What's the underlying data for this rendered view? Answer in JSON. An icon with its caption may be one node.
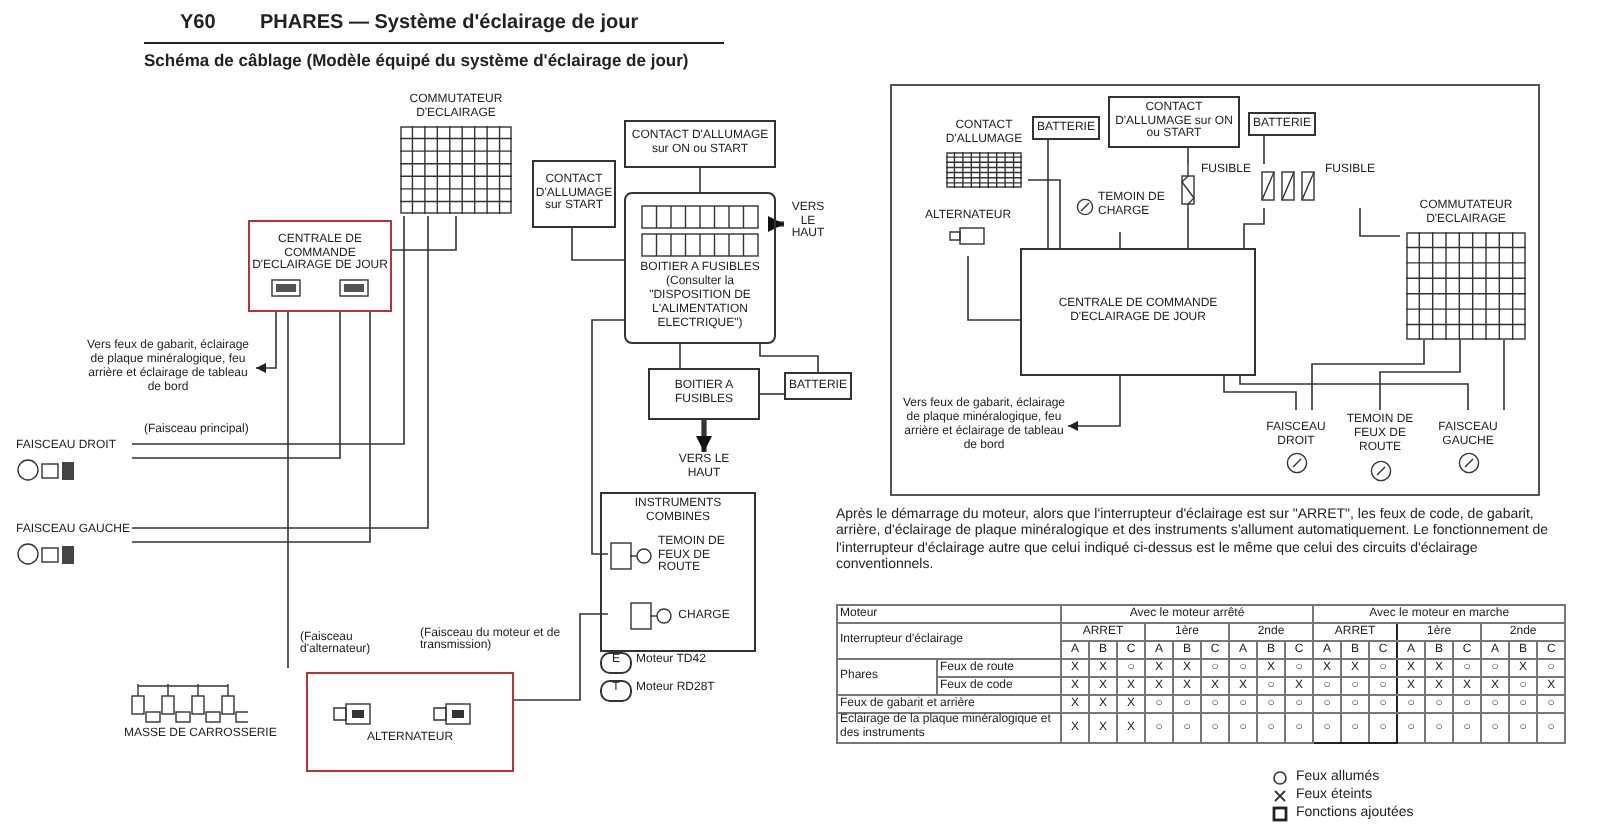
{
  "diagram": {
    "title": "PHARES — Système d'éclairage de jour",
    "nodes": [
      {
        "text": [
          "COMMUTATEUR D'ECLAIRAGE"
        ]
      },
      {
        "text": [
          "CENTRALE DE COMMANDE D'ECLAIRAGE DE JOUR"
        ]
      },
      {
        "text": [
          "CONTACT D'ALLUMAGE sur START"
        ]
      },
      {
        "text": [
          "CONTACT D'ALLUMAGE sur ON ou START"
        ]
      },
      {
        "text": [
          "BOITIER A FUSIBLES (Consulter la \"DISPOSITION DE L'ALIMENTATION ELECTRIQUE\")"
        ]
      },
      {
        "text": [
          "VERS LE HAUT"
        ]
      },
      {
        "text": [
          "BATTERIE"
        ]
      },
      {
        "text": [
          "BOITIER A FUSIBLES"
        ]
      },
      {
        "text": [
          "VERS LE HAUT"
        ]
      },
      {
        "text": [
          "INSTRUMENTS COMBINES"
        ]
      },
      {
        "text": [
          "TEMOIN DE FEUX DE ROUTE"
        ],
        "in": 9
      },
      {
        "text": [
          "CHARGE"
        ],
        "in": 9
      },
      {
        "text": [
          "Vers feux de gabarit, éclairage de plaque minéralogique, feu arrière et éclairage de tableau de bord"
        ]
      },
      {
        "text": [
          "FAISCEAU DROIT"
        ]
      },
      {
        "text": [
          "FAISCEAU GAUCHE"
        ]
      },
      {
        "text": [
          "MASSE DE CARROSSERIE"
        ]
      },
      {
        "text": [
          "ALTERNATEUR"
        ]
      },
      {
        "text": [
          "CONTACT D'ALLUMAGE"
        ]
      },
      {
        "text": [
          "BATTERIE"
        ]
      },
      {
        "text": [
          "CONTACT D'ALLUMAGE sur ON ou START"
        ]
      },
      {
        "text": [
          "BATTERIE"
        ]
      },
      {
        "text": [
          "FUSIBLE"
        ]
      },
      {
        "text": [
          "FUSIBLE"
        ]
      },
      {
        "text": [
          "ALTERNATEUR"
        ]
      },
      {
        "text": [
          "TEMOIN DE CHARGE"
        ]
      },
      {
        "text": [
          "COMMUTATEUR D'ECLAIRAGE"
        ]
      },
      {
        "text": [
          "CENTRALE DE COMMANDE D'ECLAIRAGE DE JOUR"
        ]
      },
      {
        "text": [
          "Vers feux de gabarit, éclairage de plaque minéralogique, feu arrière et éclairage de tableau de bord"
        ]
      },
      {
        "text": [
          "FAISCEAU DROIT"
        ]
      },
      {
        "text": [
          "TEMOIN DE FEUX DE ROUTE"
        ]
      },
      {
        "text": [
          "FAISCEAU GAUCHE"
        ]
      }
    ],
    "edges": [
      {
        "from": 1,
        "to": 0,
        "arrow": "none"
      },
      {
        "from": 2,
        "to": 4,
        "arrow": "none"
      },
      {
        "from": 3,
        "to": 4,
        "arrow": "none"
      },
      {
        "from": 4,
        "to": 5,
        "arrow": "to",
        "style": "thick"
      },
      {
        "from": 4,
        "to": 7,
        "arrow": "none"
      },
      {
        "from": 7,
        "to": 6,
        "arrow": "none"
      },
      {
        "from": 7,
        "to": 8,
        "arrow": "to",
        "style": "thick"
      },
      {
        "from": 1,
        "to": 12,
        "arrow": "to"
      },
      {
        "from": 0,
        "to": 13,
        "arrow": "none"
      },
      {
        "from": 0,
        "to": 14,
        "arrow": "none"
      },
      {
        "from": 1,
        "to": 13,
        "arrow": "none"
      },
      {
        "from": 1,
        "to": 14,
        "arrow": "none"
      },
      {
        "from": 1,
        "to": 15,
        "arrow": "none"
      },
      {
        "from": 16,
        "to": 11,
        "arrow": "none"
      },
      {
        "from": 4,
        "to": 10,
        "arrow": "none"
      },
      {
        "from": 4,
        "to": 6,
        "arrow": "none"
      },
      {
        "from": 17,
        "to": 26,
        "arrow": "none"
      },
      {
        "from": 18,
        "to": 26,
        "arrow": "none"
      },
      {
        "from": 19,
        "to": 21,
        "arrow": "none"
      },
      {
        "from": 21,
        "to": 26,
        "arrow": "none"
      },
      {
        "from": 20,
        "to": 22,
        "arrow": "none"
      },
      {
        "from": 22,
        "to": 26,
        "arrow": "none"
      },
      {
        "from": 22,
        "to": 25,
        "arrow": "none"
      },
      {
        "from": 23,
        "to": 26,
        "arrow": "none"
      },
      {
        "from": 24,
        "to": 26,
        "arrow": "none"
      },
      {
        "from": 26,
        "to": 27,
        "arrow": "to"
      },
      {
        "from": 26,
        "to": 28,
        "arrow": "none"
      },
      {
        "from": 26,
        "to": 30,
        "arrow": "none"
      },
      {
        "from": 25,
        "to": 28,
        "arrow": "none"
      },
      {
        "from": 25,
        "to": 29,
        "arrow": "none"
      },
      {
        "from": 25,
        "to": 30,
        "arrow": "none"
      }
    ],
    "labels": [
      "Y60",
      "Schéma de câblage (Modèle équipé du système d'éclairage de jour)",
      "(Faisceau principal)",
      "(Faisceau d'alternateur)",
      "(Faisceau du moteur et de transmission)",
      "E",
      "Moteur TD42",
      "T",
      "Moteur RD28T",
      "Après le démarrage du moteur, alors que l'interrupteur d'éclairage est sur \"ARRET\", les feux de code, de gabarit, arrière, d'éclairage de plaque minéralogique et des instruments s'allument automatiquement. Le fonctionnement de l'interrupteur d'éclairage autre que celui indiqué ci-dessus est le même que celui des circuits d'éclairage conventionnels.",
      "Moteur",
      "Avec le moteur arrêté",
      "Avec le moteur en marche",
      "Interrupteur d'éclairage",
      "ARRET",
      "1ère",
      "2nde",
      "ARRET",
      "1ère",
      "2nde",
      "A",
      "B",
      "C",
      "A",
      "B",
      "C",
      "A",
      "B",
      "C",
      "A",
      "B",
      "C",
      "A",
      "B",
      "C",
      "A",
      "B",
      "C",
      "Phares",
      "Feux de route",
      "X",
      "X",
      "○",
      "X",
      "X",
      "○",
      "○",
      "X",
      "○",
      "X",
      "X",
      "○",
      "X",
      "X",
      "○",
      "○",
      "X",
      "○",
      "Feux de code",
      "X",
      "X",
      "X",
      "X",
      "X",
      "X",
      "X",
      "○",
      "X",
      "○",
      "○",
      "○",
      "X",
      "X",
      "X",
      "X",
      "○",
      "X",
      "Feux de gabarit et arrière",
      "X",
      "X",
      "X",
      "○",
      "○",
      "○",
      "○",
      "○",
      "○",
      "○",
      "○",
      "○",
      "○",
      "○",
      "○",
      "○",
      "○",
      "○",
      "Eclairage de la plaque minéralogique et des instruments",
      "X",
      "X",
      "X",
      "○",
      "○",
      "○",
      "○",
      "○",
      "○",
      "○",
      "○",
      "○",
      "○",
      "○",
      "○",
      "○",
      "○",
      "○"
    ],
    "legend": [
      {
        "text": "Feux allumés"
      },
      {
        "text": "Feux éteints"
      },
      {
        "text": "Fonctions ajoutées"
      }
    ]
  }
}
